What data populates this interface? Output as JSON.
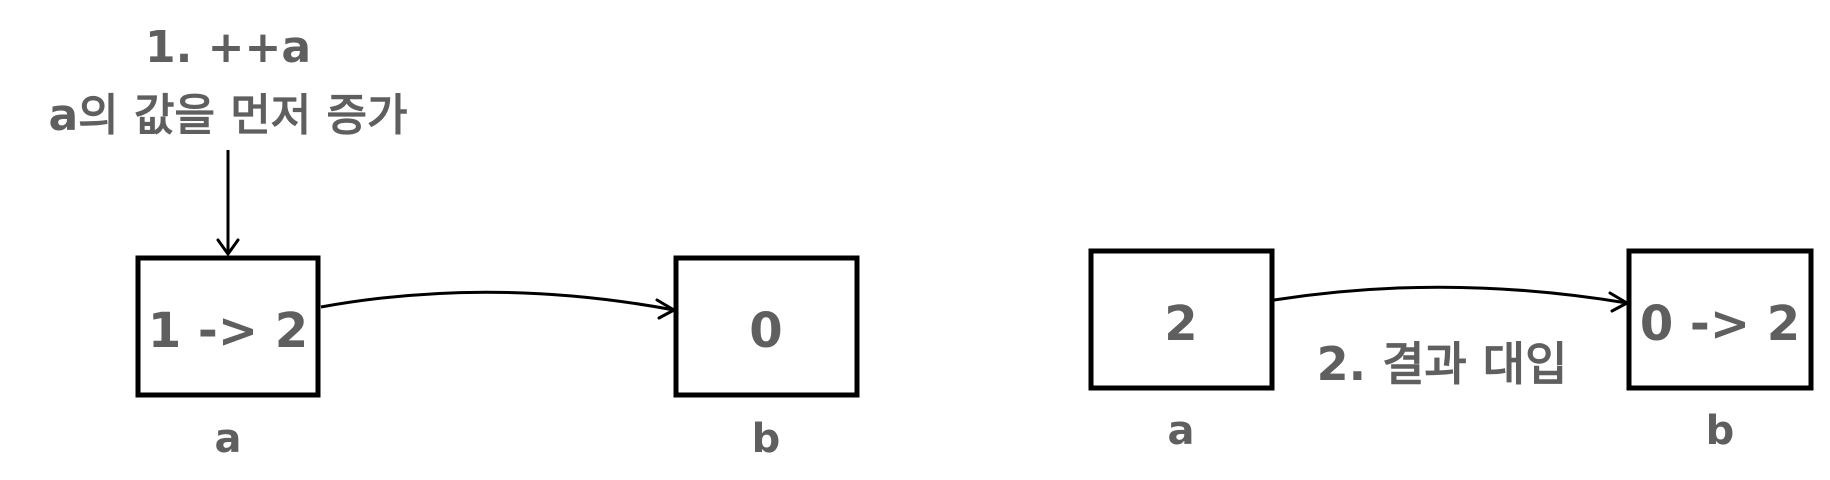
{
  "step1": {
    "line1": "1. ++a",
    "line2": "a의 값을 먼저 증가"
  },
  "left": {
    "box_a_value": "1 -> 2",
    "box_b_value": "0",
    "label_a": "a",
    "label_b": "b"
  },
  "right": {
    "box_a_value": "2",
    "box_b_value": "0 -> 2",
    "label_a": "a",
    "label_b": "b",
    "step2_label": "2. 결과 대입"
  }
}
